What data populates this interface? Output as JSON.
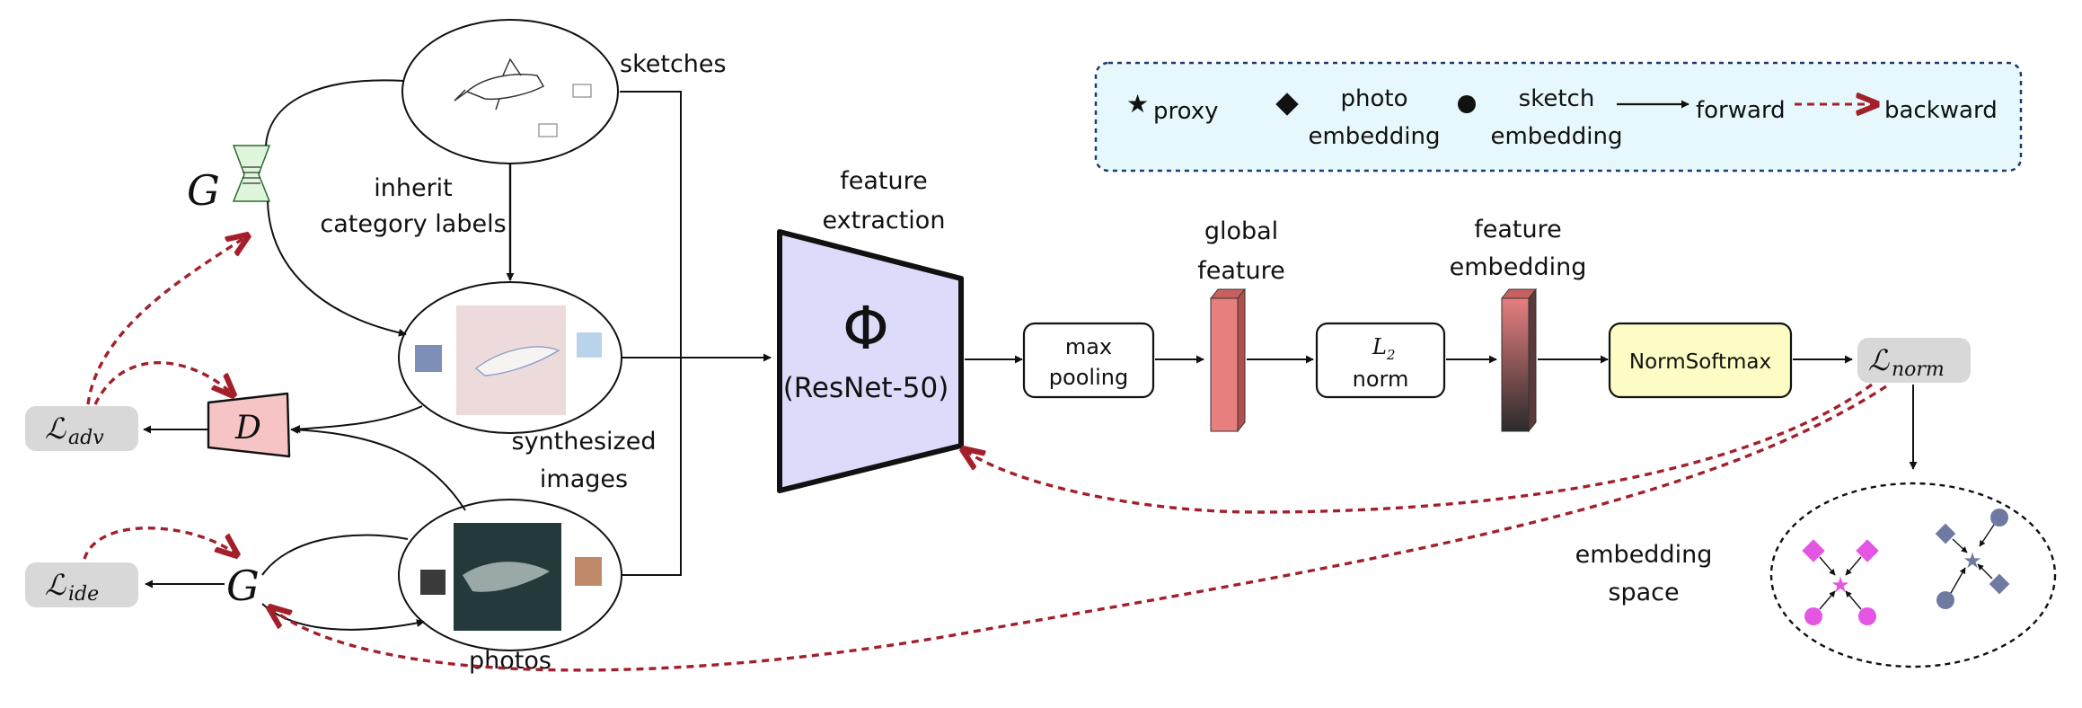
{
  "legend": {
    "proxy": "proxy",
    "photo_line1": "photo",
    "photo_line2": "embedding",
    "sketch_line1": "sketch",
    "sketch_line2": "embedding",
    "forward": "forward",
    "backward": "backward"
  },
  "labels": {
    "sketches": "sketches",
    "inherit_line1": "inherit",
    "inherit_line2": "category labels",
    "synth_line1": "synthesized",
    "synth_line2": "images",
    "photos": "photos",
    "fe_line1": "feature",
    "fe_line2": "extraction",
    "phi": "Φ",
    "resnet": "(ResNet-50)",
    "maxpool_line1": "max",
    "maxpool_line2": "pooling",
    "global_line1": "global",
    "global_line2": "feature",
    "l2_sym": "L",
    "l2_sub": "2",
    "l2_word": "norm",
    "femb_line1": "feature",
    "femb_line2": "embedding",
    "normsoftmax": "NormSoftmax",
    "emb_line1": "embedding",
    "emb_line2": "space",
    "G": "G",
    "D": "D",
    "L_script": "ℒ",
    "L_adv_sub": "adv",
    "L_ide_sub": "ide",
    "L_norm_sub": "norm"
  },
  "colors": {
    "legend_bg": "#e6f8fb",
    "legend_border": "#1f3a6e",
    "backward": "#a3202b",
    "phi_fill": "#dcdcfa",
    "generator_fill": "#dff5dc",
    "discriminator_fill": "#f6c4c4",
    "normsoftmax_fill": "#fdfcc4",
    "loss_fill": "#d8d8d8",
    "feature_bar": "#e77f7f",
    "embedding_bar_top": "#e77f7f",
    "embedding_bar_bottom": "#2a2a2a",
    "sketch_proxy": "#e555e3",
    "photo_proxy": "#6f7aa3"
  }
}
